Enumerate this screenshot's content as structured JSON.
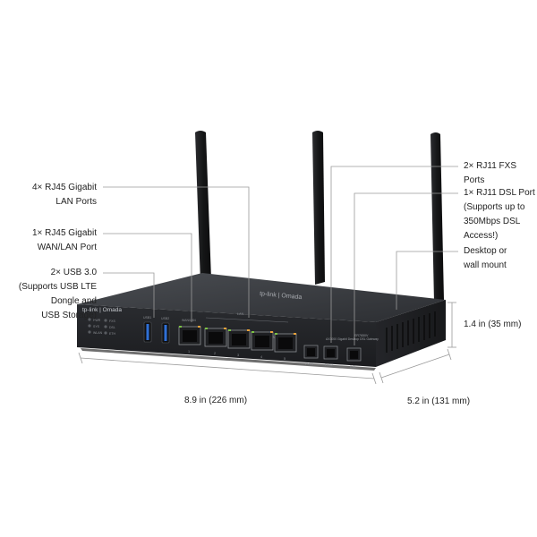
{
  "callouts": {
    "lan_ports": "4× RJ45 Gigabit\nLAN Ports",
    "wan_port": "1× RJ45 Gigabit\nWAN/LAN Port",
    "usb": "2× USB 3.0\n(Supports USB LTE\nDongle and\nUSB Storage)",
    "fxs_ports": "2× RJ11 FXS Ports",
    "dsl_port": "1× RJ11 DSL Port\n(Supports up to\n350Mbps DSL\nAccess!)",
    "mount": "Desktop or\nwall mount"
  },
  "dimensions": {
    "height": "1.4 in (35 mm)",
    "width": "8.9 in (226 mm)",
    "depth": "5.2 in (131 mm)"
  },
  "device": {
    "brand": "tp-link | Omada",
    "top_logo": "tp-link | Omada",
    "model": "ER7650V",
    "model_desc": "AX3000 Gigabit Desktop DSL Gateway",
    "lan_label": "LAN",
    "wan_label": "WAN/LAN",
    "usb1_label": "USB1",
    "usb2_label": "USB2",
    "fxs1_label": "FXS1",
    "fxs2_label": "FXS2",
    "dsl_label": "DSL",
    "port_numbers": [
      "1",
      "2",
      "3",
      "4",
      "5"
    ],
    "speed_labels": [
      "1000M",
      "100/10M"
    ],
    "led_labels": [
      "PWR",
      "SYS",
      "WLAN",
      "FXS",
      "DSL",
      "ETH"
    ]
  }
}
